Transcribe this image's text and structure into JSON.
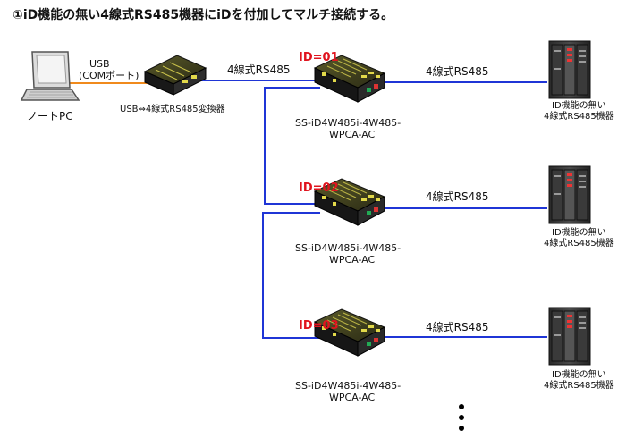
{
  "title": "①iD機能の無い4線式RS485機器にiDを付加してマルチ接続する。",
  "pc": {
    "label": "ノートPC"
  },
  "usb_link": {
    "line1": "USB",
    "line2": "(COMポート)"
  },
  "converter": {
    "label": "USB⇔4線式RS485変換器"
  },
  "trunk_label": "4線式RS485",
  "nodes": [
    {
      "id_label": "ID=01",
      "model_line1": "SS-iD4W485i-4W485-",
      "model_line2": "WPCA-AC",
      "link_label": "4線式RS485",
      "device_line1": "ID機能の無い",
      "device_line2": "4線式RS485機器"
    },
    {
      "id_label": "ID=02",
      "model_line1": "SS-iD4W485i-4W485-",
      "model_line2": "WPCA-AC",
      "link_label": "4線式RS485",
      "device_line1": "ID機能の無い",
      "device_line2": "4線式RS485機器"
    },
    {
      "id_label": "ID=03",
      "model_line1": "SS-iD4W485i-4W485-",
      "model_line2": "WPCA-AC",
      "link_label": "4線式RS485",
      "device_line1": "ID機能の無い",
      "device_line2": "4線式RS485機器"
    }
  ],
  "colors": {
    "rs485_line": "#1f35d6",
    "usb_line": "#f08a1c",
    "id_text": "#e0141e"
  }
}
